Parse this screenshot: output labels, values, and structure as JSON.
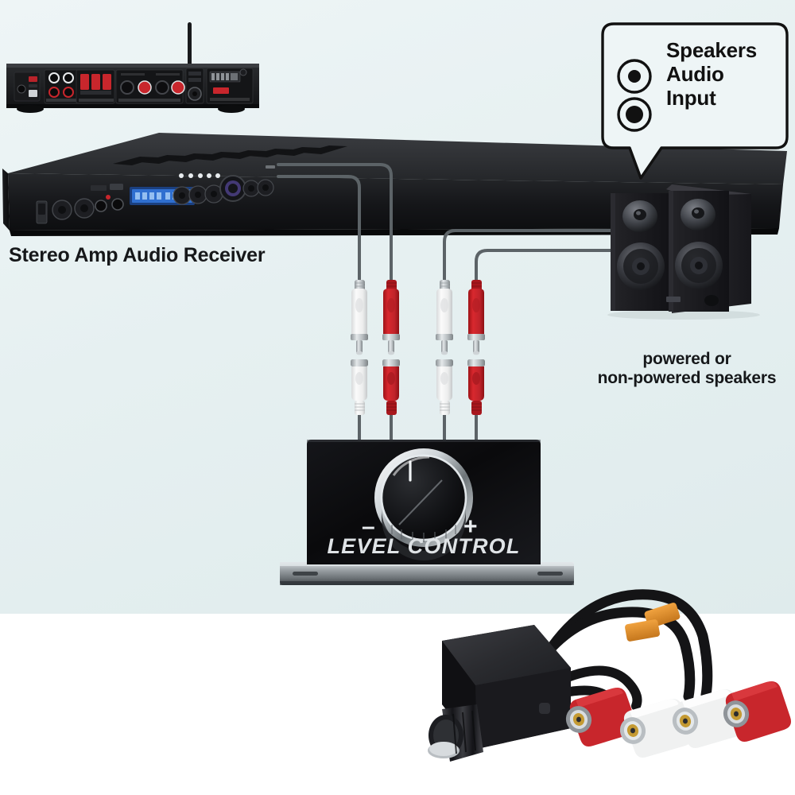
{
  "page": {
    "title": "Stereo amp to powered speakers level control wiring diagram",
    "background_top": "#e6f0f1",
    "background_bottom": "#ffffff"
  },
  "labels": {
    "amp": "Stereo Amp Audio Receiver",
    "speakers": "powered or\nnon-powered speakers",
    "level_control": "LEVEL CONTROL",
    "minus": "–",
    "plus": "+"
  },
  "callout": {
    "text": "Speakers\nAudio\nInput",
    "jack_count": 2,
    "border_color": "#111111",
    "fill_color": "#eef5f6"
  },
  "devices": {
    "amp_rear": {
      "name": "Stereo amp rear panel",
      "color": "#1b1b1d"
    },
    "amp_front": {
      "name": "Stereo amp front panel",
      "color": "#141416",
      "display_color": "#2f6fd0"
    },
    "speakers": {
      "name": "Bookshelf speaker pair",
      "color": "#1a1a1c",
      "count": 2
    },
    "level_control": {
      "name": "Inline level control box",
      "face_color": "#0b0b0c",
      "bracket_color": "#8d9397",
      "knob_ring_color": "#e8edf0"
    },
    "product_photo": {
      "name": "Level control product photo",
      "box_color": "#26262a",
      "knob_color": "#1d1d20",
      "cable_tie_color": "#e08a2e"
    }
  },
  "connectors": {
    "colors": {
      "white": "#f2f2f2",
      "red": "#c9262c",
      "metal": "#b9bec2",
      "cable": "#5c6367"
    },
    "male_row": [
      {
        "side": "left",
        "color": "white"
      },
      {
        "side": "left",
        "color": "red"
      },
      {
        "side": "right",
        "color": "white"
      },
      {
        "side": "right",
        "color": "red"
      }
    ],
    "female_row": [
      {
        "side": "left",
        "color": "white"
      },
      {
        "side": "left",
        "color": "red"
      },
      {
        "side": "right",
        "color": "white"
      },
      {
        "side": "right",
        "color": "red"
      }
    ],
    "product_jacks": [
      "red",
      "white",
      "white",
      "red"
    ]
  },
  "cables": {
    "color": "#5c6367",
    "width": 4,
    "routes": [
      "amp-out-left-to-white-plug",
      "amp-out-right-to-red-plug",
      "speaker-in-left-to-white-plug",
      "speaker-in-right-to-red-plug",
      "female-jacks-to-level-control"
    ]
  }
}
